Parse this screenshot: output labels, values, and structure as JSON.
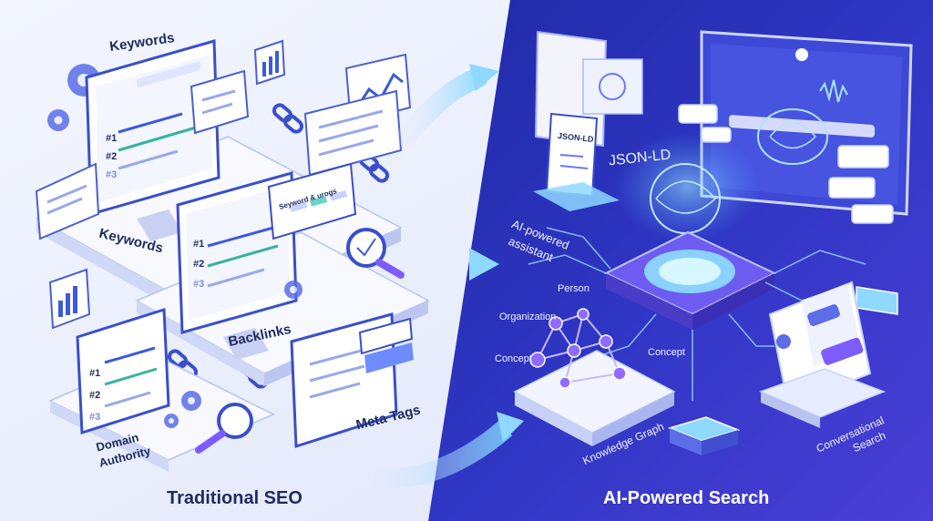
{
  "left_panel": {
    "title": "Traditional SEO",
    "labels": {
      "keywords_top": "Keywords",
      "keywords_mid": "Keywords",
      "backlinks": "Backlinks",
      "meta_tags": "Meta Tags",
      "domain_authority_1": "Domain",
      "domain_authority_2": "Authority",
      "keyword_popup": "Seyword & urogs",
      "rank_1": "#1",
      "rank_2": "#2",
      "rank_3": "#3"
    }
  },
  "right_panel": {
    "title": "AI-Powered Search",
    "labels": {
      "json_ld_doc": "JSON-LD",
      "json_ld": "JSON-LD",
      "ai_assistant_1": "AI-powered",
      "ai_assistant_2": "assistant",
      "person": "Person",
      "organization": "Organization",
      "concept_left": "Concept",
      "concept_right": "Concept",
      "knowledge_graph": "Knowledge Graph",
      "conversational_1": "Conversational",
      "conversational_2": "Search"
    }
  },
  "colors": {
    "left_bg": "#e9eefb",
    "right_bg": "#2a2fb8",
    "accent_blue": "#3b5bdb",
    "accent_purple": "#7c5cff",
    "glow_cyan": "#7fe3ff"
  }
}
